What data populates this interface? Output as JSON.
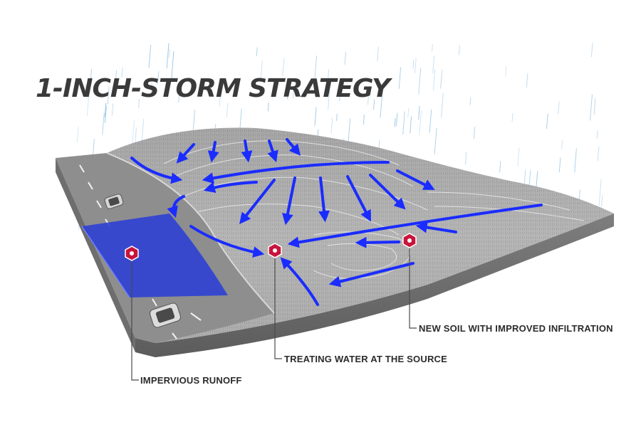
{
  "title": "1-INCH-STORM STRATEGY",
  "labels": {
    "impervious": "IMPERVIOUS RUNOFF",
    "treating": "TREATING WATER AT THE SOURCE",
    "soil": "NEW SOIL WITH IMPROVED INFILTRATION"
  },
  "colors": {
    "flow_arrow": "#1a2cff",
    "runoff_area": "#2b3fd6",
    "marker": "#c8143c",
    "rain": "#8fc1e6",
    "text": "#2b2b2b",
    "title": "#3a3a3a"
  },
  "icons": {
    "marker": "hexagon-marker-icon",
    "car": "car-icon",
    "flow": "flow-arrow-icon"
  }
}
